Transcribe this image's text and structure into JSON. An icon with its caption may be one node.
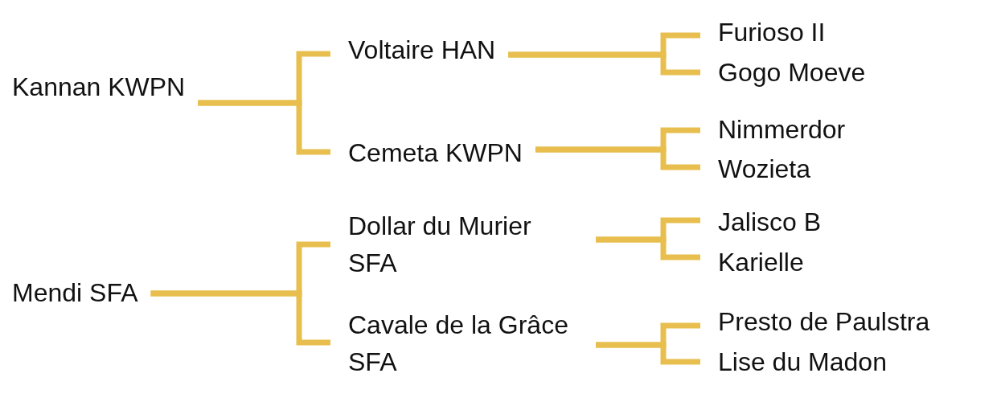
{
  "diagram": {
    "nodes": [
      {
        "text": [
          "Kannan KWPN"
        ]
      },
      {
        "text": [
          "Voltaire HAN"
        ]
      },
      {
        "text": [
          "Furioso II"
        ]
      },
      {
        "text": [
          "Gogo Moeve"
        ]
      },
      {
        "text": [
          "Cemeta KWPN"
        ]
      },
      {
        "text": [
          "Nimmerdor"
        ]
      },
      {
        "text": [
          "Wozieta"
        ]
      },
      {
        "text": [
          "Mendi SFA"
        ]
      },
      {
        "text": [
          "Dollar du Murier SFA"
        ]
      },
      {
        "text": [
          "Jalisco B"
        ]
      },
      {
        "text": [
          "Karielle"
        ]
      },
      {
        "text": [
          "Cavale de la Grâce SFA"
        ]
      },
      {
        "text": [
          "Presto de Paulstra"
        ]
      },
      {
        "text": [
          "Lise du Madon"
        ]
      }
    ],
    "edges": [
      {
        "from": 0,
        "to": 1,
        "arrow": "none"
      },
      {
        "from": 0,
        "to": 4,
        "arrow": "none"
      },
      {
        "from": 1,
        "to": 2,
        "arrow": "none"
      },
      {
        "from": 1,
        "to": 3,
        "arrow": "none"
      },
      {
        "from": 4,
        "to": 5,
        "arrow": "none"
      },
      {
        "from": 4,
        "to": 6,
        "arrow": "none"
      },
      {
        "from": 7,
        "to": 8,
        "arrow": "none"
      },
      {
        "from": 7,
        "to": 11,
        "arrow": "none"
      },
      {
        "from": 8,
        "to": 9,
        "arrow": "none"
      },
      {
        "from": 8,
        "to": 10,
        "arrow": "none"
      },
      {
        "from": 11,
        "to": 12,
        "arrow": "none"
      },
      {
        "from": 11,
        "to": 13,
        "arrow": "none"
      }
    ]
  }
}
